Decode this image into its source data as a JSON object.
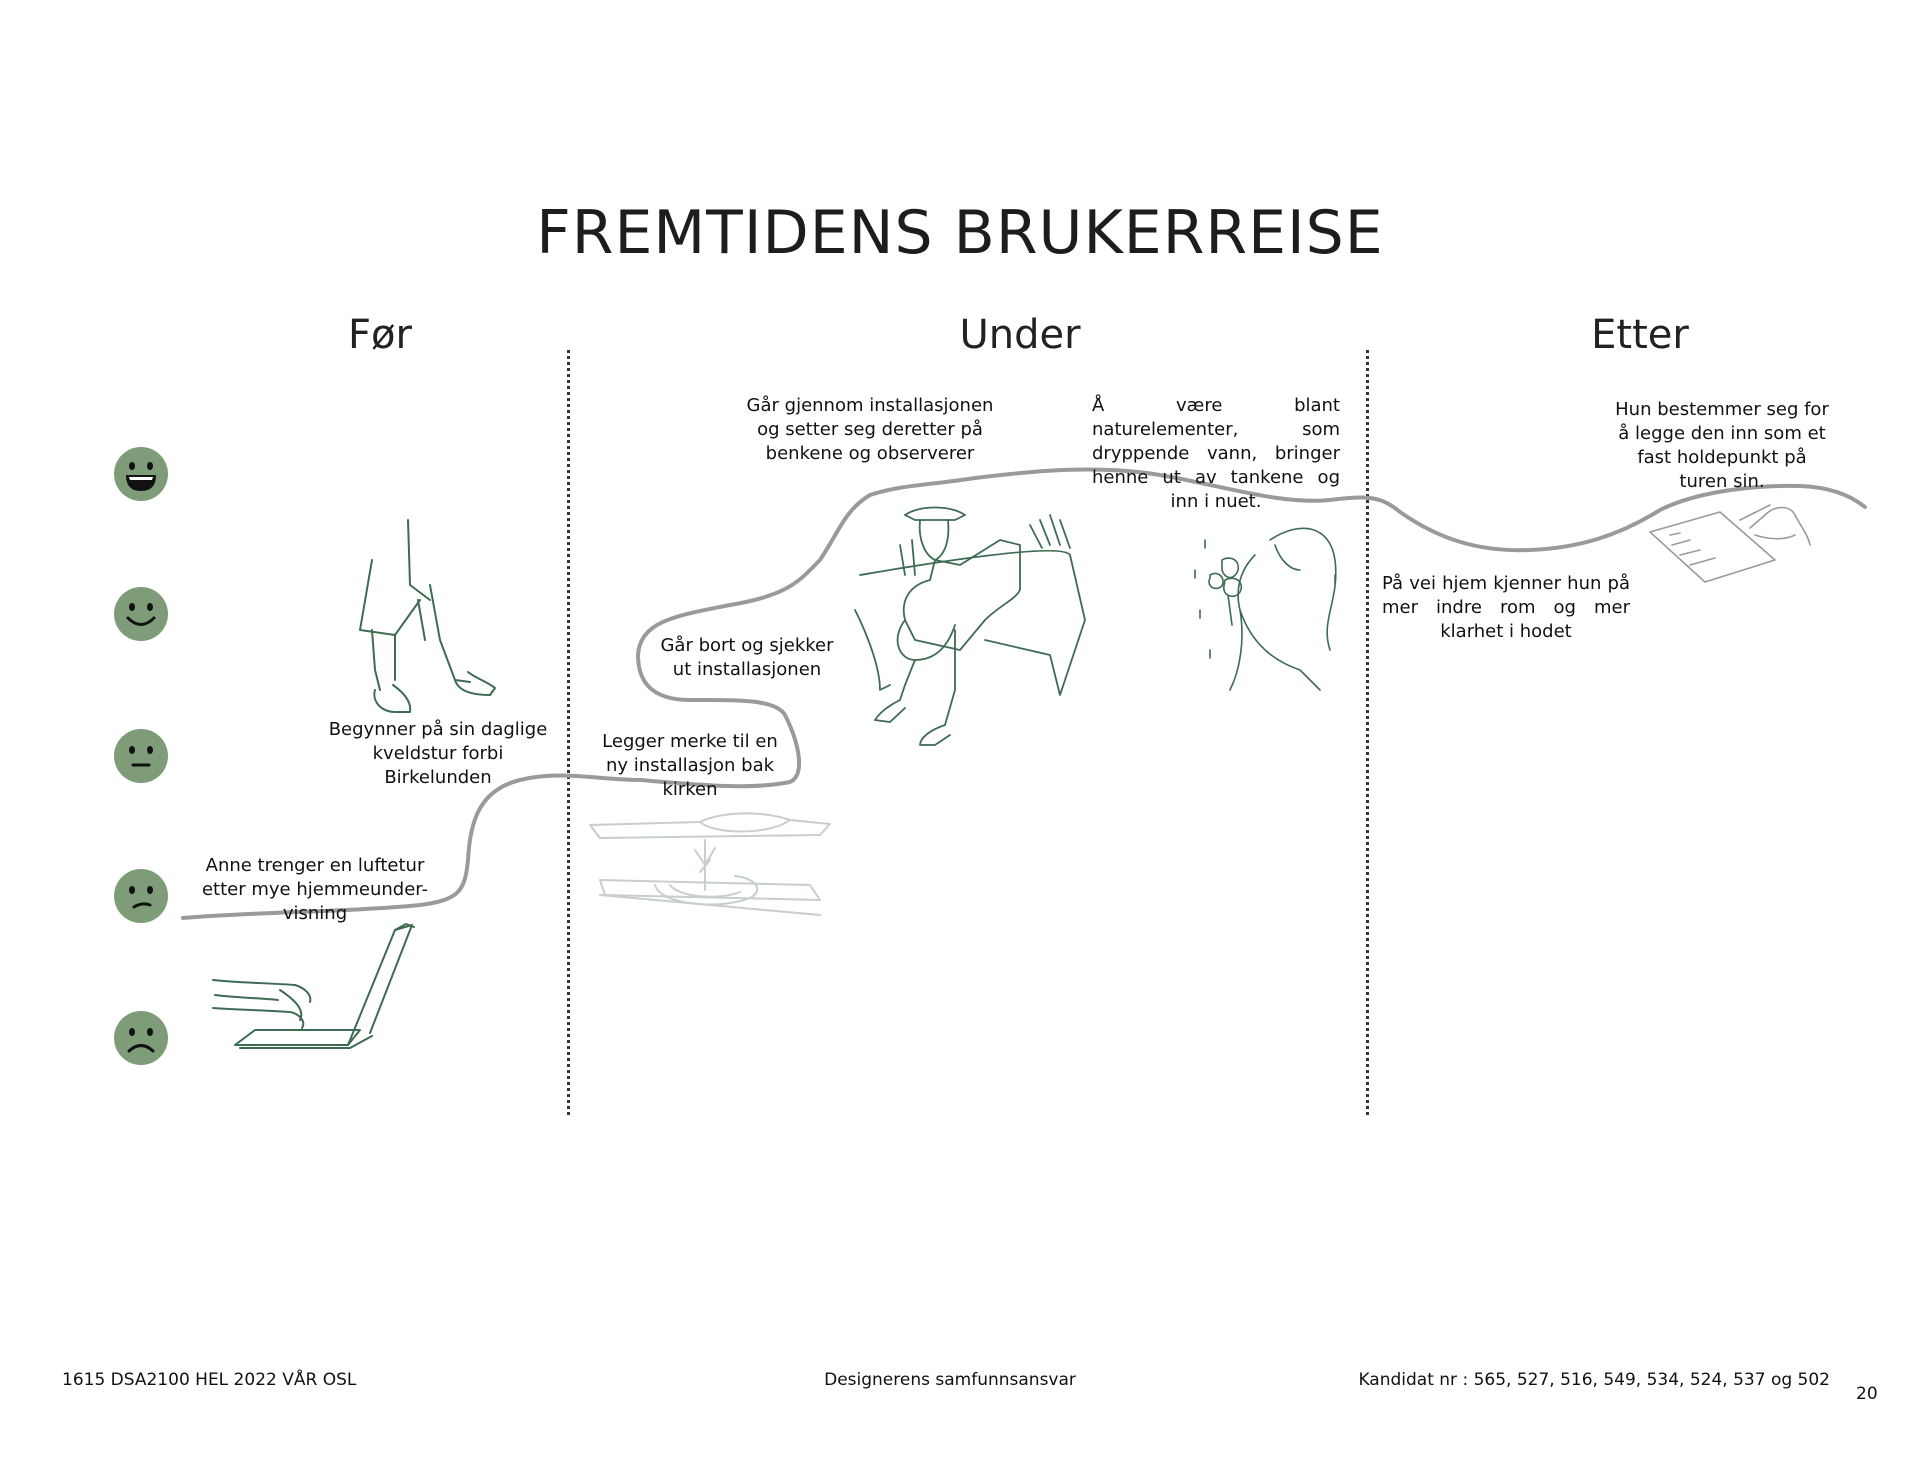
{
  "title": "FREMTIDENS BRUKERREISE",
  "phases": [
    {
      "label": "Før"
    },
    {
      "label": "Under"
    },
    {
      "label": "Etter"
    }
  ],
  "emotion_scale": [
    {
      "level": 5,
      "icon": "very-happy-face-icon"
    },
    {
      "level": 4,
      "icon": "happy-face-icon"
    },
    {
      "level": 3,
      "icon": "neutral-face-icon"
    },
    {
      "level": 2,
      "icon": "slightly-sad-face-icon"
    },
    {
      "level": 1,
      "icon": "sad-face-icon"
    }
  ],
  "steps": [
    {
      "phase": "Før",
      "text": "Anne trenger en luftetur etter mye hjemmeunder-visning",
      "illustration": "laptop-hands-illustration"
    },
    {
      "phase": "Før",
      "text": "Begynner på sin daglige kveldstur forbi Birkelunden",
      "illustration": "walking-legs-illustration"
    },
    {
      "phase": "Under",
      "text": "Legger merke til en ny installasjon bak kirken",
      "illustration": "installation-illustration"
    },
    {
      "phase": "Under",
      "text": "Går bort og sjekker ut installasjonen"
    },
    {
      "phase": "Under",
      "text": "Går gjennom installasjonen og setter seg deretter på benkene og observerer",
      "illustration": "woman-on-bench-illustration"
    },
    {
      "phase": "Under",
      "text": "Å være blant naturelementer, som dryppende vann, bringer henne ut av tankene og inn i nuet.",
      "illustration": "woman-with-flowers-illustration"
    },
    {
      "phase": "Etter",
      "text": "På vei hjem kjenner hun på mer indre rom og mer klarhet i hodet"
    },
    {
      "phase": "Etter",
      "text": "Hun bestemmer seg for å legge den inn som et fast holdepunkt på turen sin.",
      "illustration": "writing-notebook-illustration"
    }
  ],
  "colors": {
    "face_fill": "#7f9c79",
    "face_features": "#111111",
    "journey_line": "#9a9a9a",
    "illustration_stroke": "#3e6b52"
  },
  "footer": {
    "left": "1615 DSA2100 HEL 2022 VÅR OSL",
    "center": "Designerens samfunnsansvar",
    "right": "Kandidat nr : 565, 527, 516, 549, 534, 524, 537 og 502",
    "page_number": "20"
  }
}
